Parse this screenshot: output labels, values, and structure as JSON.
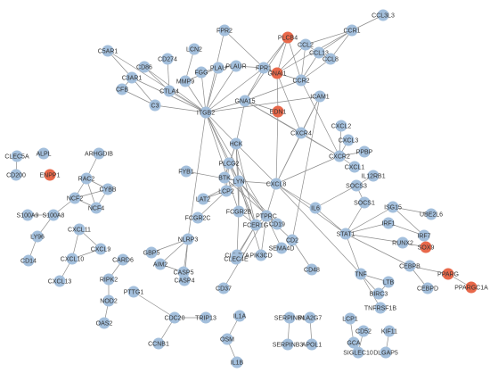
{
  "colors": {
    "normal": "#a3bfdc",
    "highlight": "#e8684a",
    "edge": "#8c8c8c",
    "text": "#333333"
  },
  "network": {
    "nodes": [
      {
        "id": "CCL3L3",
        "label": "CCL3L3",
        "hl": false
      },
      {
        "id": "CCR1",
        "label": "CCR1",
        "hl": false
      },
      {
        "id": "FPR2",
        "label": "FPR2",
        "hl": false
      },
      {
        "id": "PLCB4",
        "label": "PLCB4",
        "hl": true
      },
      {
        "id": "CCL2",
        "label": "CCL2",
        "hl": false
      },
      {
        "id": "CCL13",
        "label": "CCL13",
        "hl": false
      },
      {
        "id": "CCL8",
        "label": "CCL8",
        "hl": false
      },
      {
        "id": "FPR1",
        "label": "FPR1",
        "hl": false
      },
      {
        "id": "GNAI1",
        "label": "GNAI1",
        "hl": true
      },
      {
        "id": "CCR2",
        "label": "CCR2",
        "hl": false
      },
      {
        "id": "C5AR1",
        "label": "C5AR1",
        "hl": false
      },
      {
        "id": "LCN2",
        "label": "LCN2",
        "hl": false
      },
      {
        "id": "CD274",
        "label": "CD274",
        "hl": false
      },
      {
        "id": "CD86",
        "label": "CD86",
        "hl": false
      },
      {
        "id": "FGG",
        "label": "FGG",
        "hl": false
      },
      {
        "id": "PLAU",
        "label": "PLAU",
        "hl": false
      },
      {
        "id": "PLAUR",
        "label": "PLAUR",
        "hl": false
      },
      {
        "id": "C3AR1",
        "label": "C3AR1",
        "hl": false
      },
      {
        "id": "MMP9",
        "label": "MMP9",
        "hl": false
      },
      {
        "id": "CFB",
        "label": "CFB",
        "hl": false
      },
      {
        "id": "CTLA4",
        "label": "CTLA4",
        "hl": false
      },
      {
        "id": "GNA15",
        "label": "GNA15",
        "hl": false
      },
      {
        "id": "ICAM1",
        "label": "ICAM1",
        "hl": false
      },
      {
        "id": "C3",
        "label": "C3",
        "hl": false
      },
      {
        "id": "ITGB2",
        "label": "ITGB2",
        "hl": false
      },
      {
        "id": "EDN1",
        "label": "EDN1",
        "hl": true
      },
      {
        "id": "CXCL2",
        "label": "CXCL2",
        "hl": false
      },
      {
        "id": "CXCR4",
        "label": "CXCR4",
        "hl": false
      },
      {
        "id": "CXCL3",
        "label": "CXCL3",
        "hl": false
      },
      {
        "id": "HCK",
        "label": "HCK",
        "hl": false
      },
      {
        "id": "CXCR2",
        "label": "CXCR2",
        "hl": false
      },
      {
        "id": "PPBP",
        "label": "PPBP",
        "hl": false
      },
      {
        "id": "CXCL1",
        "label": "CXCL1",
        "hl": false
      },
      {
        "id": "CLEC5A",
        "label": "CLEC5A",
        "hl": false
      },
      {
        "id": "ALPL",
        "label": "ALPL",
        "hl": false
      },
      {
        "id": "ARHGDIB",
        "label": "ARHGDIB",
        "hl": false
      },
      {
        "id": "PLCG2",
        "label": "PLCG2",
        "hl": false
      },
      {
        "id": "CD200",
        "label": "CD200",
        "hl": false
      },
      {
        "id": "ENPP1",
        "label": "ENPP1",
        "hl": true
      },
      {
        "id": "BTK",
        "label": "BTK",
        "hl": false
      },
      {
        "id": "FYB1",
        "label": "FYB1",
        "hl": false
      },
      {
        "id": "LYN",
        "label": "LYN",
        "hl": false
      },
      {
        "id": "CXCL8",
        "label": "CXCL8",
        "hl": false
      },
      {
        "id": "IL12RB1",
        "label": "IL12RB1",
        "hl": false
      },
      {
        "id": "SOCS3",
        "label": "SOCS3",
        "hl": false
      },
      {
        "id": "RAC2",
        "label": "RAC2",
        "hl": false
      },
      {
        "id": "CYBB",
        "label": "CYBB",
        "hl": false
      },
      {
        "id": "SOCS1",
        "label": "SOCS1",
        "hl": false
      },
      {
        "id": "LCP2",
        "label": "LCP2",
        "hl": false
      },
      {
        "id": "NCF2",
        "label": "NCF2",
        "hl": false
      },
      {
        "id": "NCF4",
        "label": "NCF4",
        "hl": false
      },
      {
        "id": "LAT2",
        "label": "LAT2",
        "hl": false
      },
      {
        "id": "FCGR2C",
        "label": "FCGR2C",
        "hl": false
      },
      {
        "id": "FCGR2B",
        "label": "FCGR2B",
        "hl": false
      },
      {
        "id": "S100A9",
        "label": "S100A9",
        "hl": false
      },
      {
        "id": "S100A8",
        "label": "S100A8",
        "hl": false
      },
      {
        "id": "PTPRC",
        "label": "PTPRC",
        "hl": false
      },
      {
        "id": "IL6",
        "label": "IL6",
        "hl": false
      },
      {
        "id": "ISG15",
        "label": "ISG15",
        "hl": false
      },
      {
        "id": "IRF1",
        "label": "IRF1",
        "hl": false
      },
      {
        "id": "UBE2L6",
        "label": "UBE2L6",
        "hl": false
      },
      {
        "id": "FCER1G",
        "label": "FCER1G",
        "hl": false
      },
      {
        "id": "CD19",
        "label": "CD19",
        "hl": false
      },
      {
        "id": "LY96",
        "label": "LY96",
        "hl": false
      },
      {
        "id": "NLRP3",
        "label": "NLRP3",
        "hl": false
      },
      {
        "id": "CD2",
        "label": "CD2",
        "hl": false
      },
      {
        "id": "SEMA4D",
        "label": "SEMA4D",
        "hl": false
      },
      {
        "id": "STAT1",
        "label": "STAT1",
        "hl": false
      },
      {
        "id": "IRF7",
        "label": "IRF7",
        "hl": false
      },
      {
        "id": "CXCL11",
        "label": "CXCL11",
        "hl": false
      },
      {
        "id": "GBP5",
        "label": "GBP5",
        "hl": false
      },
      {
        "id": "RUNX2",
        "label": "RUNX2",
        "hl": false
      },
      {
        "id": "SOX9",
        "label": "SOX9",
        "hl": true
      },
      {
        "id": "CXCL9",
        "label": "CXCL9",
        "hl": false
      },
      {
        "id": "CARD6",
        "label": "CARD6",
        "hl": false
      },
      {
        "id": "CLEC7A",
        "label": "CLEC7A",
        "hl": false
      },
      {
        "id": "PIK3CD",
        "label": "PIK3CD",
        "hl": false
      },
      {
        "id": "CXCL10",
        "label": "CXCL10",
        "hl": false
      },
      {
        "id": "AIM2",
        "label": "AIM2",
        "hl": false
      },
      {
        "id": "CLEC4E",
        "label": "CLEC4E",
        "hl": false
      },
      {
        "id": "CD14",
        "label": "CD14",
        "hl": false
      },
      {
        "id": "CASP5",
        "label": "CASP5",
        "hl": false
      },
      {
        "id": "CEBPB",
        "label": "CEBPB",
        "hl": false
      },
      {
        "id": "CD48",
        "label": "CD48",
        "hl": false
      },
      {
        "id": "RIPK2",
        "label": "RIPK2",
        "hl": false
      },
      {
        "id": "CASP4",
        "label": "CASP4",
        "hl": false
      },
      {
        "id": "TNF",
        "label": "TNF",
        "hl": false
      },
      {
        "id": "PPARG",
        "label": "PPARG",
        "hl": true
      },
      {
        "id": "LTB",
        "label": "LTB",
        "hl": false
      },
      {
        "id": "CXCL13",
        "label": "CXCL13",
        "hl": false
      },
      {
        "id": "CD37",
        "label": "CD37",
        "hl": false
      },
      {
        "id": "CEBPD",
        "label": "CEBPD",
        "hl": false
      },
      {
        "id": "PPARGC1A",
        "label": "PPARGC1A",
        "hl": true
      },
      {
        "id": "BIRC3",
        "label": "BIRC3",
        "hl": false
      },
      {
        "id": "NOD2",
        "label": "NOD2",
        "hl": false
      },
      {
        "id": "PTTG1",
        "label": "PTTG1",
        "hl": false
      },
      {
        "id": "TNFRSF1B",
        "label": "TNFRSF1B",
        "hl": false
      },
      {
        "id": "OAS2",
        "label": "OAS2",
        "hl": false
      },
      {
        "id": "CDC20",
        "label": "CDC20",
        "hl": false
      },
      {
        "id": "TRIP13",
        "label": "TRIP13",
        "hl": false
      },
      {
        "id": "IL1A",
        "label": "IL1A",
        "hl": false
      },
      {
        "id": "SERPINB4",
        "label": "SERPINB4",
        "hl": false
      },
      {
        "id": "PLA2G7",
        "label": "PLA2G7",
        "hl": false
      },
      {
        "id": "LCP1",
        "label": "LCP1",
        "hl": false
      },
      {
        "id": "CD52",
        "label": "CD52",
        "hl": false
      },
      {
        "id": "KIF11",
        "label": "KIF11",
        "hl": false
      },
      {
        "id": "CCNB1",
        "label": "CCNB1",
        "hl": false
      },
      {
        "id": "OSM",
        "label": "OSM",
        "hl": false
      },
      {
        "id": "SERPINB3",
        "label": "SERPINB3",
        "hl": false
      },
      {
        "id": "APOL1",
        "label": "APOL1",
        "hl": false
      },
      {
        "id": "GCA",
        "label": "GCA",
        "hl": false
      },
      {
        "id": "SIGLEC10",
        "label": "SIGLEC10",
        "hl": false
      },
      {
        "id": "DLGAP5",
        "label": "DLGAP5",
        "hl": false
      },
      {
        "id": "IL1B",
        "label": "IL1B",
        "hl": false
      }
    ],
    "edges": [
      [
        "CCL3L3",
        "CCR1"
      ],
      [
        "CCR1",
        "CCL2"
      ],
      [
        "CCR1",
        "CCL13"
      ],
      [
        "CCR1",
        "CCL8"
      ],
      [
        "CCR1",
        "GNAI1"
      ],
      [
        "CCL2",
        "CCR2"
      ],
      [
        "CCL13",
        "CCR2"
      ],
      [
        "CCL8",
        "CCR2"
      ],
      [
        "CCL2",
        "GNAI1"
      ],
      [
        "CCL2",
        "CCL13"
      ],
      [
        "CCL13",
        "CCL8"
      ],
      [
        "PLCB4",
        "GNAI1"
      ],
      [
        "PLCB4",
        "FPR1"
      ],
      [
        "PLCB4",
        "CCR2"
      ],
      [
        "PLCB4",
        "GNA15"
      ],
      [
        "FPR2",
        "FPR1"
      ],
      [
        "FPR2",
        "ITGB2"
      ],
      [
        "FPR1",
        "GNAI1"
      ],
      [
        "FPR1",
        "GNA15"
      ],
      [
        "FPR1",
        "PLAUR"
      ],
      [
        "FPR1",
        "ITGB2"
      ],
      [
        "GNAI1",
        "CCR2"
      ],
      [
        "GNAI1",
        "EDN1"
      ],
      [
        "GNAI1",
        "CXCR4"
      ],
      [
        "CCR2",
        "GNA15"
      ],
      [
        "CCR2",
        "CXCR2"
      ],
      [
        "C5AR1",
        "C3AR1"
      ],
      [
        "C5AR1",
        "ITGB2"
      ],
      [
        "LCN2",
        "MMP9"
      ],
      [
        "CD274",
        "CTLA4"
      ],
      [
        "CD86",
        "CTLA4"
      ],
      [
        "CD86",
        "ITGB2"
      ],
      [
        "FGG",
        "PLAU"
      ],
      [
        "FGG",
        "ITGB2"
      ],
      [
        "PLAU",
        "PLAUR"
      ],
      [
        "PLAU",
        "MMP9"
      ],
      [
        "PLAU",
        "ITGB2"
      ],
      [
        "PLAUR",
        "ITGB2"
      ],
      [
        "C3AR1",
        "C3"
      ],
      [
        "C3AR1",
        "ITGB2"
      ],
      [
        "C3AR1",
        "CFB"
      ],
      [
        "MMP9",
        "ITGB2"
      ],
      [
        "CTLA4",
        "ITGB2"
      ],
      [
        "C3",
        "ITGB2"
      ],
      [
        "C3",
        "CFB"
      ],
      [
        "ITGB2",
        "GNA15"
      ],
      [
        "ITGB2",
        "ICAM1"
      ],
      [
        "ITGB2",
        "HCK"
      ],
      [
        "ITGB2",
        "LYN"
      ],
      [
        "ITGB2",
        "FCGR2B"
      ],
      [
        "ITGB2",
        "NLRP3"
      ],
      [
        "ITGB2",
        "PTPRC"
      ],
      [
        "ITGB2",
        "FCER1G"
      ],
      [
        "GNA15",
        "EDN1"
      ],
      [
        "GNA15",
        "CXCR4"
      ],
      [
        "GNA15",
        "CXCR2"
      ],
      [
        "GNA15",
        "HCK"
      ],
      [
        "ICAM1",
        "CXCR4"
      ],
      [
        "ICAM1",
        "CD2"
      ],
      [
        "ICAM1",
        "CXCL8"
      ],
      [
        "EDN1",
        "CXCL8"
      ],
      [
        "CXCR4",
        "CXCL8"
      ],
      [
        "CXCR4",
        "CXCR2"
      ],
      [
        "CXCL2",
        "CXCR2"
      ],
      [
        "CXCL3",
        "CXCR2"
      ],
      [
        "PPBP",
        "CXCR2"
      ],
      [
        "CXCL1",
        "CXCR2"
      ],
      [
        "CXCR2",
        "CXCL8"
      ],
      [
        "HCK",
        "LYN"
      ],
      [
        "HCK",
        "PLCG2"
      ],
      [
        "HCK",
        "BTK"
      ],
      [
        "HCK",
        "CXCL8"
      ],
      [
        "HCK",
        "FCGR2B"
      ],
      [
        "HCK",
        "FCER1G"
      ],
      [
        "LYN",
        "BTK"
      ],
      [
        "LYN",
        "PLCG2"
      ],
      [
        "LYN",
        "FYB1"
      ],
      [
        "LYN",
        "LCP2"
      ],
      [
        "LYN",
        "LAT2"
      ],
      [
        "LYN",
        "FCGR2B"
      ],
      [
        "LYN",
        "FCER1G"
      ],
      [
        "LYN",
        "PTPRC"
      ],
      [
        "LYN",
        "CD19"
      ],
      [
        "LYN",
        "CXCL8"
      ],
      [
        "LYN",
        "PIK3CD"
      ],
      [
        "BTK",
        "PLCG2"
      ],
      [
        "BTK",
        "LCP2"
      ],
      [
        "BTK",
        "CD19"
      ],
      [
        "PLCG2",
        "LCP2"
      ],
      [
        "LCP2",
        "LAT2"
      ],
      [
        "LCP2",
        "FCGR2C"
      ],
      [
        "FCGR2B",
        "FCER1G"
      ],
      [
        "FCGR2B",
        "CLEC7A"
      ],
      [
        "FCER1G",
        "CLEC7A"
      ],
      [
        "FCER1G",
        "CLEC4E"
      ],
      [
        "FCER1G",
        "PTPRC"
      ],
      [
        "PTPRC",
        "CD19"
      ],
      [
        "PTPRC",
        "CD2"
      ],
      [
        "PTPRC",
        "SEMA4D"
      ],
      [
        "PTPRC",
        "PIK3CD"
      ],
      [
        "PTPRC",
        "CXCL8"
      ],
      [
        "PTPRC",
        "CD37"
      ],
      [
        "CD2",
        "CD48"
      ],
      [
        "CXCL8",
        "IL6"
      ],
      [
        "CXCL8",
        "STAT1"
      ],
      [
        "CXCL8",
        "TNF"
      ],
      [
        "IL6",
        "SOCS3"
      ],
      [
        "IL6",
        "STAT1"
      ],
      [
        "SOCS3",
        "SOCS1"
      ],
      [
        "SOCS3",
        "IL12RB1"
      ],
      [
        "STAT1",
        "IRF1"
      ],
      [
        "STAT1",
        "ISG15"
      ],
      [
        "STAT1",
        "SOCS1"
      ],
      [
        "STAT1",
        "RUNX2"
      ],
      [
        "STAT1",
        "TNF"
      ],
      [
        "STAT1",
        "CEBPB"
      ],
      [
        "ISG15",
        "UBE2L6"
      ],
      [
        "ISG15",
        "IRF7"
      ],
      [
        "IRF1",
        "IRF7"
      ],
      [
        "RUNX2",
        "SOX9"
      ],
      [
        "CEBPB",
        "PPARG"
      ],
      [
        "CEBPB",
        "CEBPD"
      ],
      [
        "PPARG",
        "PPARGC1A"
      ],
      [
        "TNF",
        "LTB"
      ],
      [
        "TNF",
        "BIRC3"
      ],
      [
        "TNF",
        "TNFRSF1B"
      ],
      [
        "LTB",
        "BIRC3"
      ],
      [
        "NLRP3",
        "CASP5"
      ],
      [
        "NLRP3",
        "CASP4"
      ],
      [
        "NLRP3",
        "AIM2"
      ],
      [
        "NLRP3",
        "GBP5"
      ],
      [
        "AIM2",
        "CASP5"
      ],
      [
        "CASP5",
        "CASP4"
      ],
      [
        "ARHGDIB",
        "RAC2"
      ],
      [
        "RAC2",
        "CYBB"
      ],
      [
        "RAC2",
        "NCF2"
      ],
      [
        "RAC2",
        "NCF4"
      ],
      [
        "NCF2",
        "CYBB"
      ],
      [
        "NCF2",
        "NCF4"
      ],
      [
        "NCF4",
        "CYBB"
      ],
      [
        "NCF2",
        "S100A8"
      ],
      [
        "S100A9",
        "S100A8"
      ],
      [
        "S100A8",
        "LY96"
      ],
      [
        "LY96",
        "CD14"
      ],
      [
        "CLEC5A",
        "CD200"
      ],
      [
        "CXCL11",
        "CXCL9"
      ],
      [
        "CXCL11",
        "CXCL10"
      ],
      [
        "CXCL9",
        "CXCL10"
      ],
      [
        "CXCL10",
        "CXCL13"
      ],
      [
        "CARD6",
        "RIPK2"
      ],
      [
        "RIPK2",
        "NOD2"
      ],
      [
        "NOD2",
        "OAS2"
      ],
      [
        "PTTG1",
        "CDC20"
      ],
      [
        "CDC20",
        "TRIP13"
      ],
      [
        "CDC20",
        "CCNB1"
      ],
      [
        "IL1A",
        "OSM"
      ],
      [
        "OSM",
        "IL1B"
      ],
      [
        "SERPINB4",
        "SERPINB3"
      ],
      [
        "PLA2G7",
        "APOL1"
      ],
      [
        "LCP1",
        "GCA"
      ],
      [
        "CD52",
        "SIGLEC10"
      ],
      [
        "KIF11",
        "DLGAP5"
      ]
    ]
  }
}
